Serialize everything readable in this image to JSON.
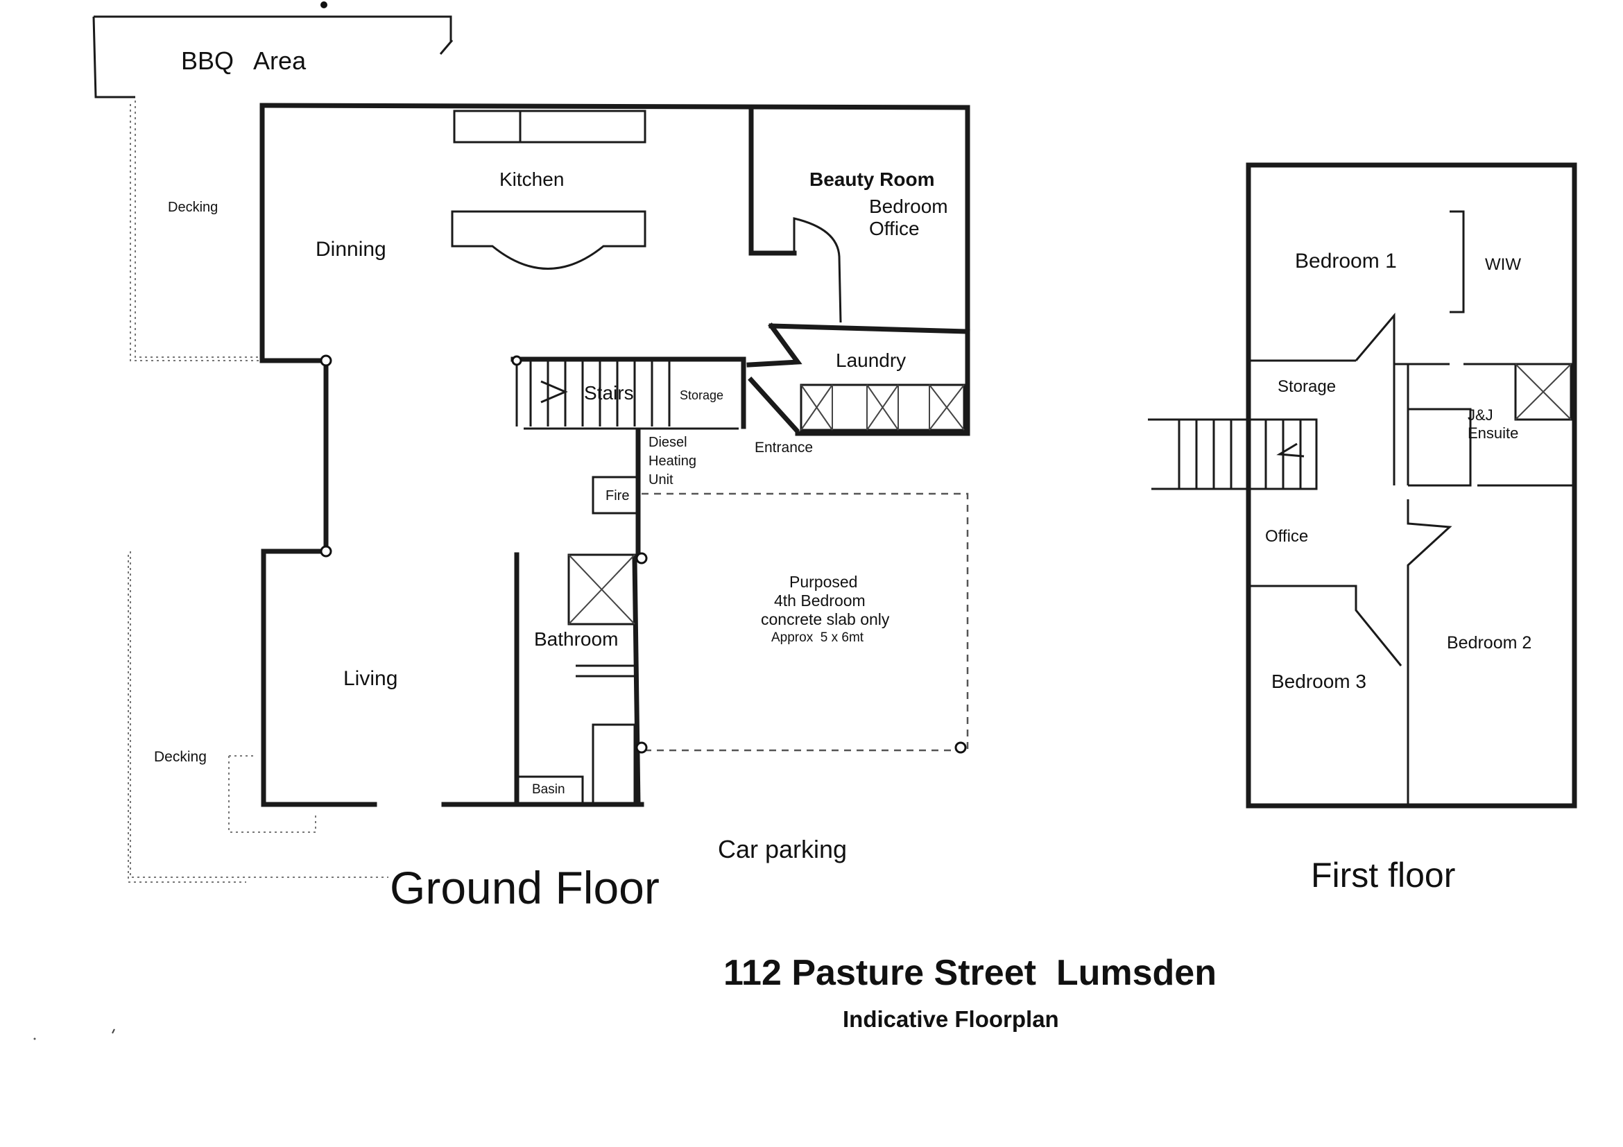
{
  "ground_floor": {
    "title": "Ground Floor",
    "rooms": {
      "bbq": "BBQ   Area",
      "decking_top": "Decking",
      "kitchen": "Kitchen",
      "dinning": "Dinning",
      "beauty_room": "Beauty Room",
      "bedroom_office_1": "Bedroom",
      "bedroom_office_2": "Office",
      "laundry": "Laundry",
      "stairs": "Stairs",
      "storage": "Storage",
      "diesel_1": "Diesel",
      "diesel_2": "Heating",
      "diesel_3": "Unit",
      "entrance": "Entrance",
      "fire": "Fire",
      "bathroom": "Bathroom",
      "basin": "Basin",
      "living": "Living",
      "decking_bottom": "Decking",
      "purposed_1": "Purposed",
      "purposed_2": "4th Bedroom",
      "purposed_3": "concrete slab only",
      "purposed_4": "Approx  5 x 6mt",
      "car_parking": "Car parking"
    }
  },
  "first_floor": {
    "title": "First floor",
    "rooms": {
      "bedroom1": "Bedroom 1",
      "wiw": "WIW",
      "storage": "Storage",
      "jj_1": "J&J",
      "jj_2": "Ensuite",
      "office": "Office",
      "bedroom2": "Bedroom 2",
      "bedroom3": "Bedroom 3"
    }
  },
  "footer": {
    "address": "112 Pasture Street  Lumsden",
    "subtitle": "Indicative Floorplan"
  }
}
